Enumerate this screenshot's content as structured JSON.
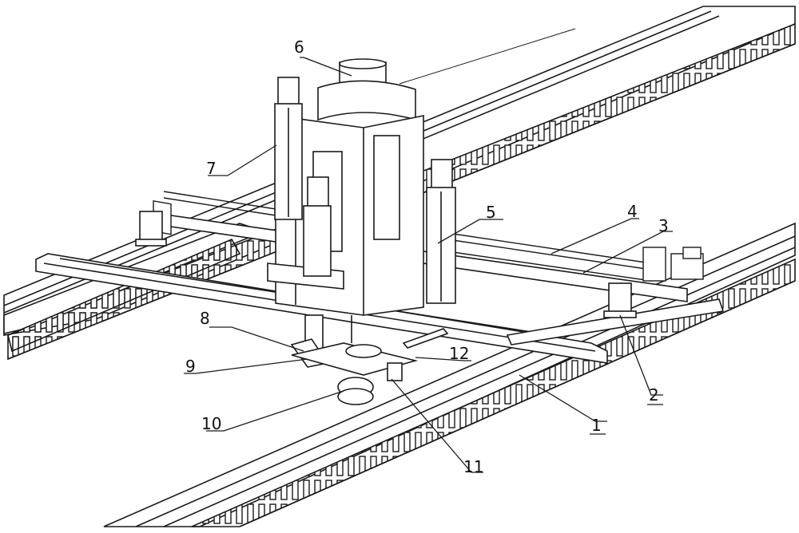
{
  "figure": {
    "ink_color": "#1a1a1a",
    "callouts": [
      {
        "id": "1",
        "text": "1"
      },
      {
        "id": "2",
        "text": "2"
      },
      {
        "id": "3",
        "text": "3"
      },
      {
        "id": "4",
        "text": "4"
      },
      {
        "id": "5",
        "text": "5"
      },
      {
        "id": "6",
        "text": "6"
      },
      {
        "id": "7",
        "text": "7"
      },
      {
        "id": "8",
        "text": "8"
      },
      {
        "id": "9",
        "text": "9"
      },
      {
        "id": "10",
        "text": "10"
      },
      {
        "id": "11",
        "text": "11"
      },
      {
        "id": "12",
        "text": "12"
      }
    ]
  }
}
